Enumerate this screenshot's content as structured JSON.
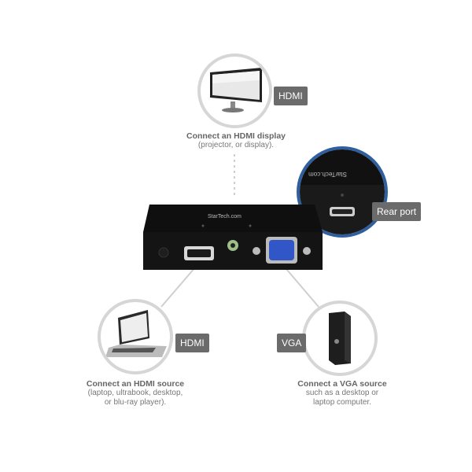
{
  "colors": {
    "ring": "#d6d6d6",
    "ring_blue": "#2f5f9e",
    "tag": "#6b6b6b",
    "connector": "#cfcfcf"
  },
  "display": {
    "tag": "HDMI",
    "title": "Connect an HDMI display",
    "subtitle": "(projector, or display)."
  },
  "rear": {
    "tag": "Rear port",
    "brand": "StarTech.com"
  },
  "device": {
    "brand": "StarTech.com"
  },
  "hdmi_source": {
    "tag": "HDMI",
    "title": "Connect an HDMI source",
    "subtitle_1": "(laptop, ultrabook, desktop,",
    "subtitle_2": "or blu-ray player)."
  },
  "vga_source": {
    "tag": "VGA",
    "title": "Connect a VGA source",
    "subtitle_1": "such as a desktop or",
    "subtitle_2": "laptop computer."
  }
}
